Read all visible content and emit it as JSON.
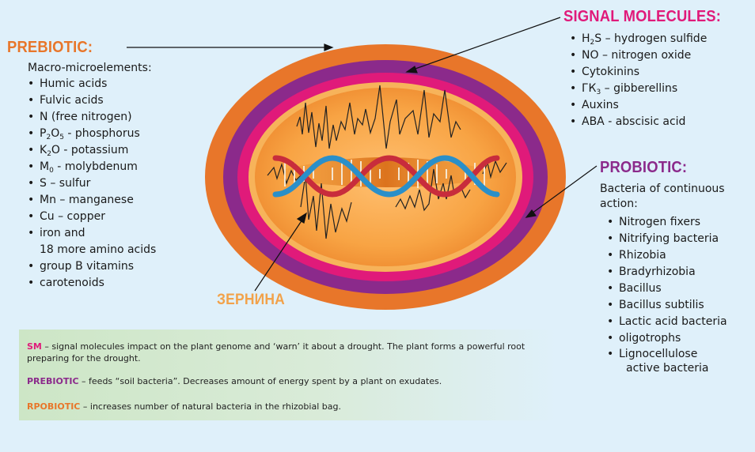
{
  "colors": {
    "background": "#dff0fa",
    "orange": "#e8762a",
    "magenta": "#e01a7a",
    "purple": "#8b2a8b",
    "seed_core": "#f5a345",
    "legend_bg": "#cde6c6"
  },
  "prebiotic": {
    "heading": "PREBIOTIC:",
    "subtitle": "Macro-microelements:",
    "items": [
      {
        "text": "Humic acids"
      },
      {
        "text": "Fulvic acids"
      },
      {
        "text": "N (free nitrogen)"
      },
      {
        "pre": "P",
        "s1": "2",
        "mid": "O",
        "s2": "5",
        "post": " - phosphorus"
      },
      {
        "pre": "K",
        "s1": "2",
        "mid": "O - potassium"
      },
      {
        "pre": "M",
        "s1": "0",
        "mid": " - molybdenum"
      },
      {
        "text": "S – sulfur"
      },
      {
        "text": "Mn – manganese"
      },
      {
        "text": "Cu – copper"
      },
      {
        "text": "iron and"
      },
      {
        "text": "18 more amino acids"
      },
      {
        "text": "group B vitamins"
      },
      {
        "text": "carotenoids"
      }
    ]
  },
  "signal": {
    "heading": "SIGNAL MOLECULES:",
    "items": [
      {
        "pre": "H",
        "s1": "2",
        "mid": "S – hydrogen sulfide"
      },
      {
        "text": "NO – nitrogen oxide"
      },
      {
        "text": "Cytokinins"
      },
      {
        "pre": "ГК",
        "s1": "3",
        "mid": " – gibberellins"
      },
      {
        "text": "Auxins"
      },
      {
        "text": "ABA - abscisic acid"
      }
    ]
  },
  "probiotic": {
    "heading": "PROBIOTIC:",
    "subtitle_line1": "Bacteria of continuous",
    "subtitle_line2": "action:",
    "items": [
      {
        "text": "Nitrogen fixers"
      },
      {
        "text": "Nitrifying bacteria"
      },
      {
        "text": "Rhizobia"
      },
      {
        "text": "Bradyrhizobia"
      },
      {
        "text": "Bacillus"
      },
      {
        "text": "Bacillus subtilis"
      },
      {
        "text": "Lactic acid bacteria"
      },
      {
        "text": "oligotrophs"
      },
      {
        "text": "Lignocellulose"
      },
      {
        "text": "active bacteria"
      }
    ]
  },
  "seed_label": "ЗЕРНИНА",
  "legend": {
    "sm_key": "SM",
    "sm_text": " – signal molecules impact on the plant genome and ‘warn’ it about a drought. The plant forms a powerful root preparing for the drought.",
    "pre_key": "PREBIOTIC",
    "pre_text": " – feeds “soil bacteria”. Decreases amount of energy spent by a plant on exudates.",
    "rpo_key": "RPOBIOTIC",
    "rpo_text": " – increases number of natural bacteria in the rhizobial bag."
  }
}
